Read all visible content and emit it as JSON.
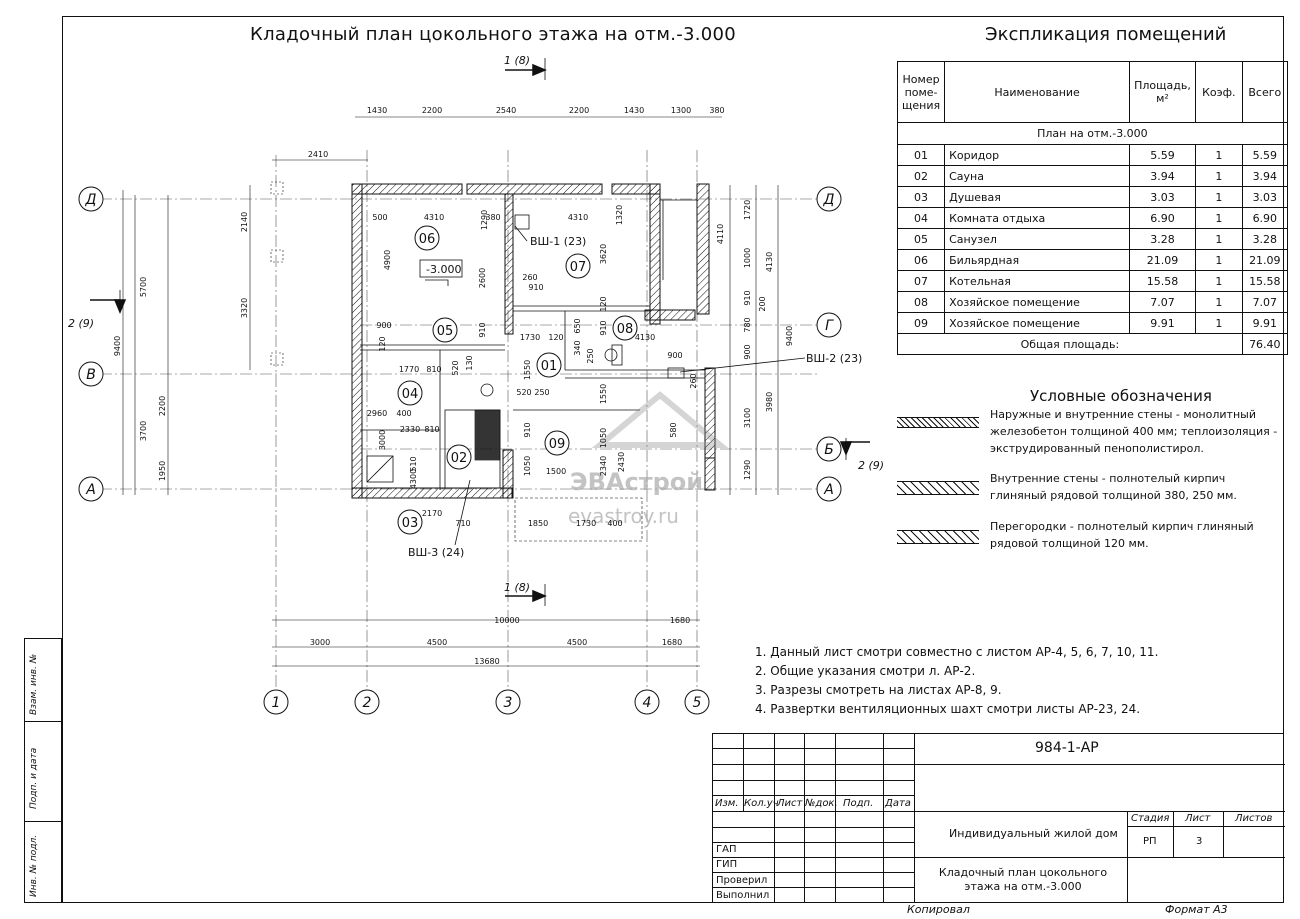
{
  "plan": {
    "title": "Кладочный план цокольного этажа на отм.-3.000",
    "section_top": "1 (8)",
    "section_bottom": "1 (8)",
    "section_left": "2 (9)",
    "section_right": "2 (9)",
    "level_mark": "-3.000",
    "axes_letters": [
      "Д",
      "В",
      "А",
      "Г",
      "Б"
    ],
    "axes_numbers": [
      "1",
      "2",
      "3",
      "4",
      "5"
    ],
    "top_dims": [
      "1430",
      "2200",
      "2540",
      "2200",
      "1430",
      "1300",
      "380"
    ],
    "bottom_dims_1": [
      "3000",
      "4500",
      "4500",
      "1680"
    ],
    "bottom_total": "13680",
    "bottom_inner": "10000",
    "bottom_inner_2": "1680",
    "left_dims": [
      "5700",
      "9400",
      "3700",
      "2200",
      "1950",
      "2140",
      "3320",
      "2410"
    ],
    "right_dims": [
      "1720",
      "4110",
      "1000",
      "4130",
      "9400",
      "3980",
      "900",
      "3100",
      "1290",
      "780"
    ],
    "room_numbers": [
      "01",
      "02",
      "03",
      "04",
      "05",
      "06",
      "07",
      "08",
      "09"
    ],
    "shafts": [
      "ВШ-1 (23)",
      "ВШ-2 (23)",
      "ВШ-3 (24)"
    ],
    "inner_dims": [
      "500",
      "4310",
      "1290",
      "380",
      "4310",
      "1320",
      "4900",
      "3620",
      "2600",
      "260",
      "910",
      "900",
      "1730",
      "120",
      "650",
      "910",
      "1550",
      "130",
      "1770",
      "810",
      "340",
      "250",
      "900",
      "260",
      "4130",
      "910",
      "120",
      "520",
      "2960",
      "400",
      "2330",
      "810",
      "520",
      "250",
      "910",
      "1550",
      "1050",
      "1500",
      "4300",
      "510",
      "710",
      "1850",
      "1730",
      "400",
      "2170",
      "120",
      "1050",
      "2340",
      "2430",
      "580",
      "3000",
      "200",
      "910"
    ]
  },
  "explication": {
    "title": "Экспликация помещений",
    "headers": {
      "num": "Номер поме- щения",
      "name": "Наименование",
      "area": "Площадь, м²",
      "coef": "Коэф.",
      "total": "Всего"
    },
    "section": "План на отм.-3.000",
    "rows": [
      {
        "num": "01",
        "name": "Коридор",
        "area": "5.59",
        "coef": "1",
        "total": "5.59"
      },
      {
        "num": "02",
        "name": "Сауна",
        "area": "3.94",
        "coef": "1",
        "total": "3.94"
      },
      {
        "num": "03",
        "name": "Душевая",
        "area": "3.03",
        "coef": "1",
        "total": "3.03"
      },
      {
        "num": "04",
        "name": "Комната отдыха",
        "area": "6.90",
        "coef": "1",
        "total": "6.90"
      },
      {
        "num": "05",
        "name": "Санузел",
        "area": "3.28",
        "coef": "1",
        "total": "3.28"
      },
      {
        "num": "06",
        "name": "Бильярдная",
        "area": "21.09",
        "coef": "1",
        "total": "21.09"
      },
      {
        "num": "07",
        "name": "Котельная",
        "area": "15.58",
        "coef": "1",
        "total": "15.58"
      },
      {
        "num": "08",
        "name": "Хозяйское помещение",
        "area": "7.07",
        "coef": "1",
        "total": "7.07"
      },
      {
        "num": "09",
        "name": "Хозяйское помещение",
        "area": "9.91",
        "coef": "1",
        "total": "9.91"
      }
    ],
    "total_label": "Общая площадь:",
    "total_value": "76.40"
  },
  "legend": {
    "title": "Условные обозначения",
    "items": [
      "Наружные и внутренние стены - монолитный железобетон толщиной 400 мм; теплоизоляция - экструдированный пенополистирол.",
      "Внутренние стены - полнотелый кирпич глиняный рядовой толщиной 380, 250 мм.",
      "Перегородки - полнотелый кирпич глиняный рядовой толщиной 120 мм."
    ]
  },
  "notes": [
    "1. Данный лист смотри совместно с листом АР-4, 5, 6, 7, 10, 11.",
    "2. Общие указания смотри л. АР-2.",
    "3. Разрезы смотреть на листах АР-8, 9.",
    "4. Развертки вентиляционных шахт смотри листы АР-23, 24."
  ],
  "watermark": {
    "brand": "ЭВАстрой",
    "site": "evastroy.ru"
  },
  "side_stamp": [
    "Взам. инв. №",
    "Подп. и дата",
    "Инв. № подл."
  ],
  "title_block": {
    "code": "984-1-АР",
    "cols": [
      "Изм.",
      "Кол.уч",
      "Лист",
      "№док.",
      "Подп.",
      "Дата"
    ],
    "roles": [
      "ГАП",
      "ГИП",
      "Проверил",
      "Выполнил"
    ],
    "object": "Индивидуальный жилой дом",
    "sheet_title": "Кладочный план цокольного этажа на отм.-3.000",
    "stage_label": "Стадия",
    "sheet_label": "Лист",
    "sheets_label": "Листов",
    "stage": "РП",
    "sheet": "3",
    "copied": "Копировал",
    "format": "Формат А3"
  }
}
